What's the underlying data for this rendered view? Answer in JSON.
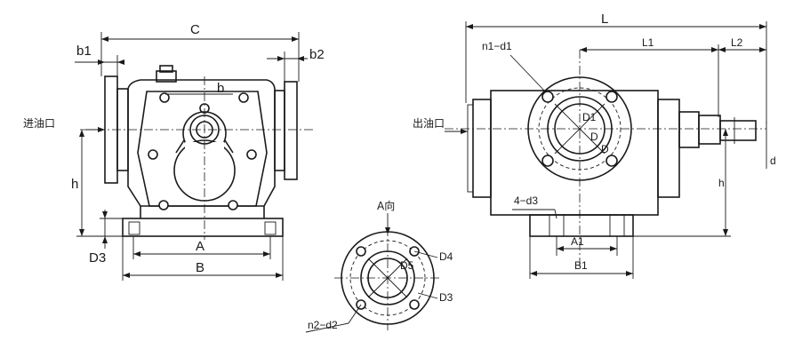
{
  "labels": {
    "C": "C",
    "b1": "b1",
    "b2": "b2",
    "b": "b",
    "inlet": "进油口",
    "h_left": "h",
    "D3_left": "D3",
    "A_left": "A",
    "B_left": "B",
    "L": "L",
    "n1d1": "n1−d1",
    "L1": "L1",
    "L2": "L2",
    "outlet": "出油口",
    "D1": "D1",
    "D2": "D",
    "D_right": "D",
    "d_right": "d",
    "h_right": "h",
    "4d3": "4−d3",
    "A1": "A1",
    "B1": "B1",
    "view_A": "A向",
    "D4": "D4",
    "D5": "D5",
    "D3_view": "D3",
    "n2d2": "n2−d2"
  }
}
